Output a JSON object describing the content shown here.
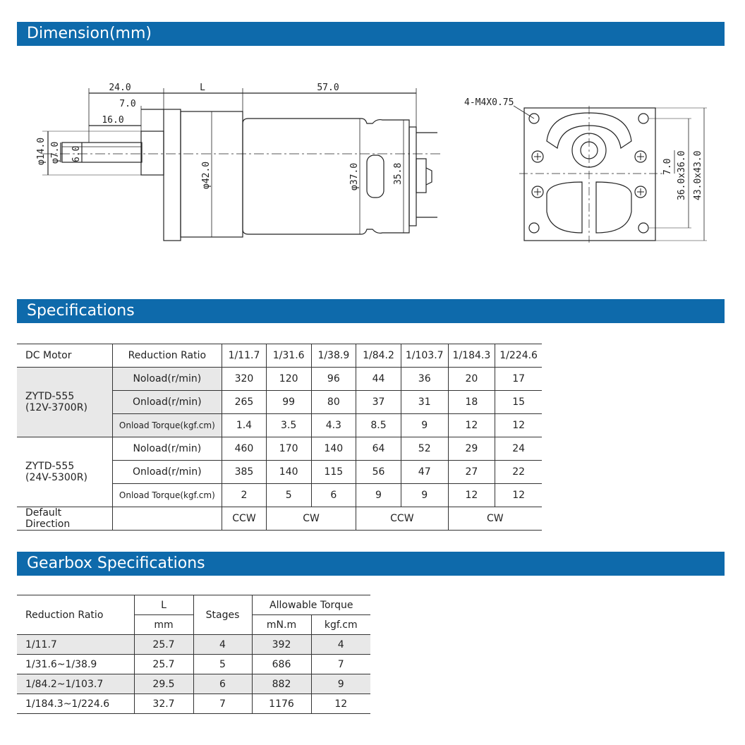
{
  "sections": {
    "dimension": "Dimension(mm)",
    "specifications": "Specifications",
    "gearbox_1": "Gearbox",
    "gearbox_2": " Specifications"
  },
  "drawing": {
    "dim_24": "24.0",
    "dim_L": "L",
    "dim_57": "57.0",
    "dim_7": "7.0",
    "dim_16": "16.0",
    "dim_d14": "φ14.0",
    "dim_d7": "φ7.0",
    "dim_6": "6.0",
    "dim_d42": "φ42.0",
    "dim_d37": "φ37.0",
    "dim_35_8": "35.8",
    "thread": "4-M4X0.75",
    "dim_7b": "7.0",
    "dim_36": "36.0x36.0",
    "dim_43": "43.0x43.0"
  },
  "spec": {
    "h_motor": "DC Motor",
    "h_ratio": "Reduction Ratio",
    "ratios": [
      "1/11.7",
      "1/31.6",
      "1/38.9",
      "1/84.2",
      "1/103.7",
      "1/184.3",
      "1/224.6"
    ],
    "groups": [
      {
        "model": "ZYTD-555",
        "variant": "(12V-3700R)",
        "rows": [
          {
            "label": "Noload(r/min)",
            "values": [
              "320",
              "120",
              "96",
              "44",
              "36",
              "20",
              "17"
            ]
          },
          {
            "label": "Onload(r/min)",
            "values": [
              "265",
              "99",
              "80",
              "37",
              "31",
              "18",
              "15"
            ]
          },
          {
            "label": "Onload Torque(kgf.cm)",
            "values": [
              "1.4",
              "3.5",
              "4.3",
              "8.5",
              "9",
              "12",
              "12"
            ]
          }
        ]
      },
      {
        "model": "ZYTD-555",
        "variant": "(24V-5300R)",
        "rows": [
          {
            "label": "Noload(r/min)",
            "values": [
              "460",
              "170",
              "140",
              "64",
              "52",
              "29",
              "24"
            ]
          },
          {
            "label": "Onload(r/min)",
            "values": [
              "385",
              "140",
              "115",
              "56",
              "47",
              "27",
              "22"
            ]
          },
          {
            "label": "Onload Torque(kgf.cm)",
            "values": [
              "2",
              "5",
              "6",
              "9",
              "9",
              "12",
              "12"
            ]
          }
        ]
      }
    ],
    "direction_label": "Default Direction",
    "directions": [
      "CCW",
      "CW",
      "CCW",
      "CW"
    ]
  },
  "gear": {
    "h_ratio": "Reduction Ratio",
    "h_L": "L",
    "h_mm": "mm",
    "h_stages": "Stages",
    "h_torque": "Allowable Torque",
    "h_mnm": "mN.m",
    "h_kgf": "kgf.cm",
    "rows": [
      {
        "ratio": "1/11.7",
        "l": "25.7",
        "stages": "4",
        "mnm": "392",
        "kgf": "4"
      },
      {
        "ratio": "1/31.6~1/38.9",
        "l": "25.7",
        "stages": "5",
        "mnm": "686",
        "kgf": "7"
      },
      {
        "ratio": "1/84.2~1/103.7",
        "l": "29.5",
        "stages": "6",
        "mnm": "882",
        "kgf": "9"
      },
      {
        "ratio": "1/184.3~1/224.6",
        "l": "32.7",
        "stages": "7",
        "mnm": "1176",
        "kgf": "12"
      }
    ]
  }
}
